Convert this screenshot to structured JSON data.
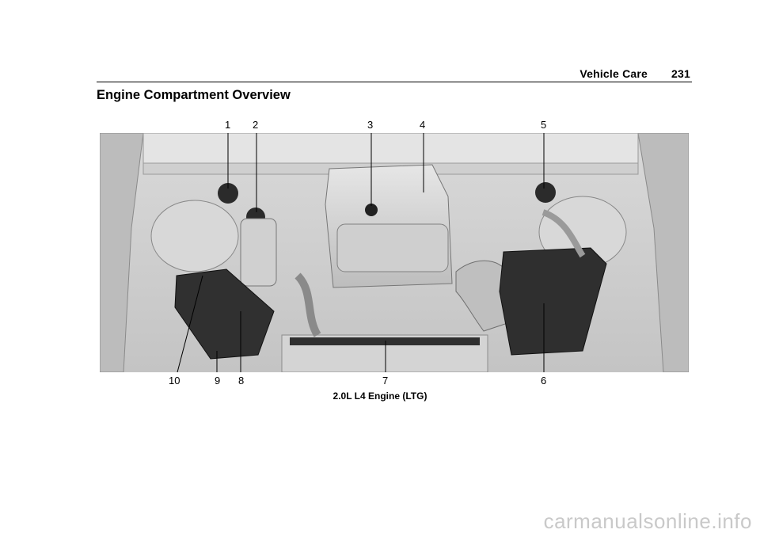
{
  "header": {
    "section": "Vehicle Care",
    "page_number": "231"
  },
  "title": "Engine Compartment Overview",
  "figure": {
    "callouts": [
      "1",
      "2",
      "3",
      "4",
      "5",
      "6",
      "7",
      "8",
      "9",
      "10"
    ],
    "caption": "2.0L L4 Engine (LTG)"
  },
  "watermark": "carmanualsonline.info"
}
